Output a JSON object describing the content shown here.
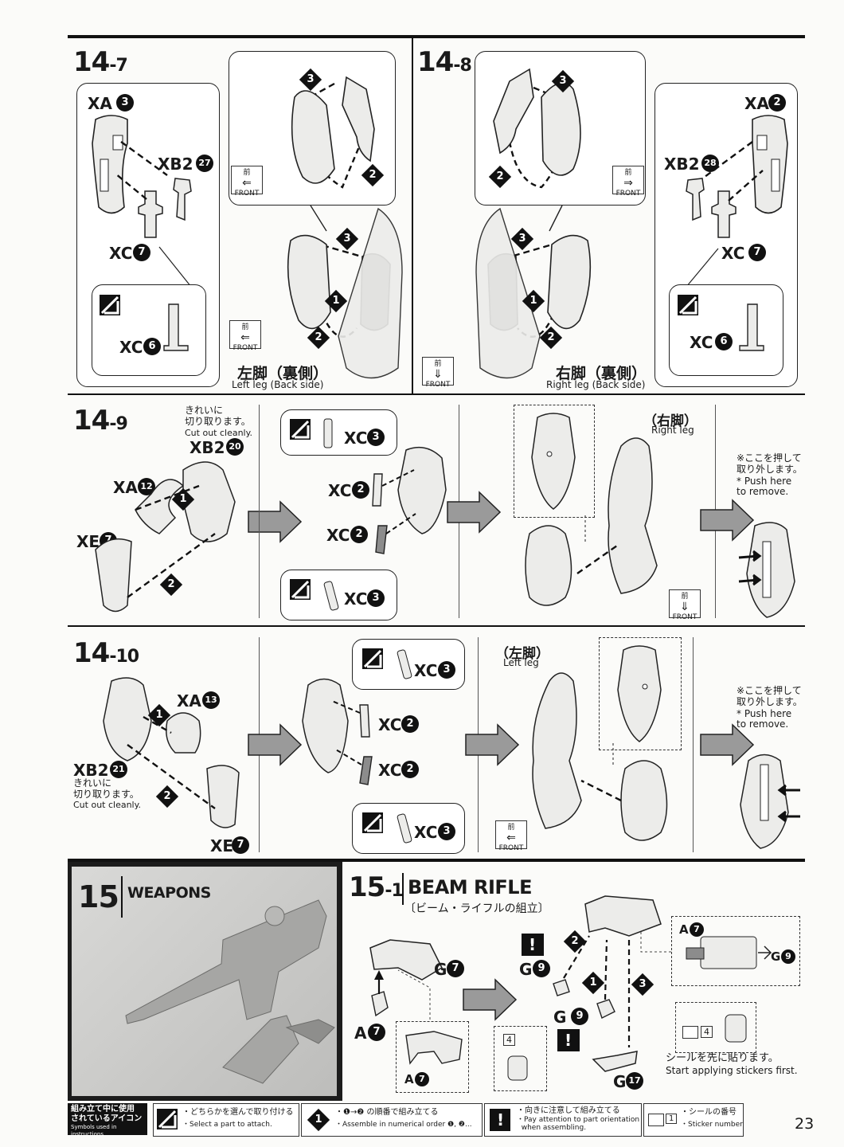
{
  "page_number": "23",
  "step_14_7": {
    "title": "14",
    "sub": "-7",
    "xa": "XA",
    "xa_num": "3",
    "xb2": "XB2",
    "xb2_num": "27",
    "xc": "XC",
    "xc_num": "7",
    "xc_alt": "XC",
    "xc_alt_num": "6",
    "caption_jp": "左脚（裏側）",
    "caption_en": "Left leg (Back side)"
  },
  "step_14_8": {
    "title": "14",
    "sub": "-8",
    "xa": "XA",
    "xa_num": "2",
    "xb2": "XB2",
    "xb2_num": "28",
    "xc": "XC",
    "xc_num": "7",
    "xc_alt": "XC",
    "xc_alt_num": "6",
    "caption_jp": "右脚（裏側）",
    "caption_en": "Right leg (Back side)"
  },
  "step_14_9": {
    "title": "14",
    "sub": "-9",
    "cut_jp": "きれいに\n切り取ります。",
    "cut_en": "Cut out cleanly.",
    "xb2": "XB2",
    "xb2_num": "20",
    "xa": "XA",
    "xa_num": "12",
    "xe": "XE",
    "xe_num": "7",
    "xc3": "XC",
    "xc3_num": "3",
    "xc2": "XC",
    "xc2_num": "2",
    "leg_jp": "（右脚）",
    "leg_en": "Right leg",
    "push_jp": "※ここを押して\n取り外します。",
    "push_en": "* Push here\nto remove."
  },
  "step_14_10": {
    "title": "14",
    "sub": "-10",
    "xa": "XA",
    "xa_num": "13",
    "xb2": "XB2",
    "xb2_num": "21",
    "cut_jp": "きれいに\n切り取ります。",
    "cut_en": "Cut out cleanly.",
    "xe": "XE",
    "xe_num": "7",
    "xc3": "XC",
    "xc3_num": "3",
    "xc2": "XC",
    "xc2_num": "2",
    "leg_jp": "（左脚）",
    "leg_en": "Left leg",
    "push_jp": "※ここを押して\n取り外します。",
    "push_en": "* Push here\nto remove."
  },
  "step_15": {
    "num": "15",
    "label": "WEAPONS"
  },
  "step_15_1": {
    "num": "15",
    "sub": "-1",
    "title": "BEAM RIFLE",
    "subtitle_jp": "〔ビーム・ライフルの組立〕",
    "g7": "G",
    "g7_num": "7",
    "a7": "A",
    "a7_num": "7",
    "g9": "G",
    "g9_num": "9",
    "g17": "G",
    "g17_num": "17",
    "sticker": "4",
    "sticker_jp": "シールを先に貼ります。",
    "sticker_en": "Start applying stickers first."
  },
  "front": {
    "jp": "前",
    "en": "FRONT"
  },
  "footer": {
    "title_jp": "組み立て中に使用\nされているアイコン",
    "title_en": "Symbols used in instructions",
    "select_jp": "・どちらかを選んで取り付ける",
    "select_en": "・Select a part to attach.",
    "order_jp": "・❶→❷ の順番で組み立てる",
    "order_en": "・Assemble in numerical order ❶, ❷...",
    "orient_jp": "・向きに注意して組み立てる",
    "orient_en": "・Pay attention to part orientation\n  when assembling.",
    "sticker_jp": "・シールの番号",
    "sticker_en": "・Sticker number",
    "sticker_num": "1"
  },
  "colors": {
    "ink": "#111111",
    "part_fill": "#e9e9e7",
    "shaded_part": "#8c8c8c",
    "panel_dark": "#1c1c1c",
    "arrow_fill": "#9a9a9a"
  }
}
